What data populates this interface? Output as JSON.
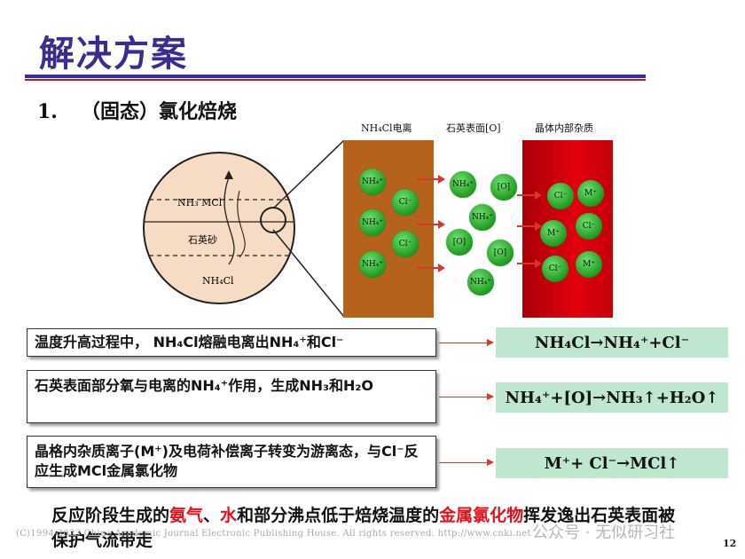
{
  "title": "解决方案",
  "section": {
    "num": "1.",
    "text": "（固态）氯化焙烧"
  },
  "sphere": {
    "top_label": "NH₃   MCl",
    "middle_label": "石英砂",
    "bottom_label": "NH₄Cl"
  },
  "zones": {
    "labels": [
      "NH₄Cl电离",
      "石英表面[O]",
      "晶体内部杂质"
    ],
    "a_balls": [
      "NH₄⁺",
      "Cl⁻",
      "NH₄⁺",
      "Cl⁻",
      "NH₄⁺"
    ],
    "b_balls": [
      "NH₄⁺",
      "[O]",
      "NH₄⁺",
      "[O]",
      "[O]",
      "NH₄⁺"
    ],
    "c_balls": [
      "Cl⁻",
      "M⁺",
      "M⁺",
      "Cl⁻",
      "Cl⁻",
      "M⁺"
    ]
  },
  "rows": [
    {
      "left": "温度升高过程中， NH₄Cl熔融电离出NH₄⁺和Cl⁻",
      "right": "NH₄Cl→NH₄⁺+Cl⁻"
    },
    {
      "left": "石英表面部分氧与电离的NH₄⁺作用，生成NH₃和H₂O",
      "right": "NH₄⁺+[O]→NH₃↑+H₂O↑"
    },
    {
      "left": "晶格内杂质离子(M⁺)及电荷补偿离子转变为游离态，与Cl⁻反应生成MCl金属氯化物",
      "right": "M⁺+ Cl⁻→MCl↑"
    }
  ],
  "summary": {
    "p1": "反应阶段生成的",
    "h1": "氨气",
    "p2": "、",
    "h2": "水",
    "p3": "和部分沸点低于焙烧温度的",
    "h3": "金属氯化物",
    "p4": "挥发逸出石英表面被保护气流带走"
  },
  "footer": "(C)1994-2023 China Academic Journal Electronic Publishing House. All rights reserved.    http://www.cnki.net",
  "watermark": "公众号 · 无似研习社",
  "page_number": "12"
}
